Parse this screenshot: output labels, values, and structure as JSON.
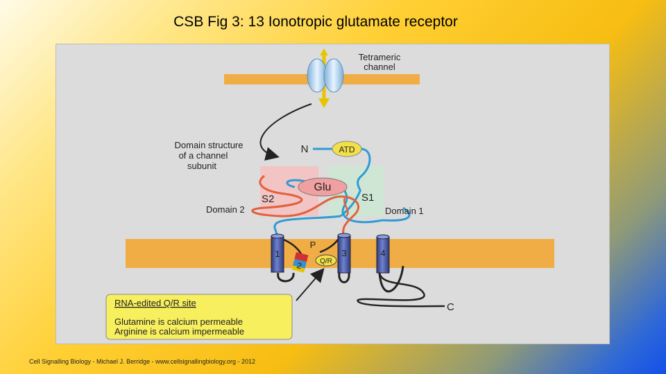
{
  "slide": {
    "title": "CSB Fig 3: 13 Ionotropic glutamate receptor",
    "footer": "Cell Signalling Biology - Michael J. Berridge - www.cellsignallingbiology.org - 2012"
  },
  "diagram": {
    "tetrameric_channel": [
      "Tetrameric",
      "channel"
    ],
    "domain_structure": [
      "Domain structure",
      "of a channel",
      "subunit"
    ],
    "n_terminal": "N",
    "c_terminal": "C",
    "atd": "ATD",
    "glu": "Glu",
    "s1": "S1",
    "s2": "S2",
    "domain1": "Domain 1",
    "domain2": "Domain 2",
    "pore": "P",
    "qr": "Q/R",
    "helices": [
      "1",
      "2",
      "3",
      "4"
    ],
    "rna_box": {
      "title": "RNA-edited Q/R site",
      "line1": "Glutamine is calcium permeable",
      "line2": "Arginine is calcium impermeable"
    },
    "colors": {
      "membrane": "#f0ad45",
      "domain1_box": "#cfe6d4",
      "domain2_box": "#f2c4c4",
      "blue_chain": "#2f9bd3",
      "orange_chain": "#e2603c",
      "helix": "#4c5ca8",
      "atd": "#f2e04a",
      "glu": "#f0a0a0",
      "note_box": "#f7ef5e"
    }
  }
}
